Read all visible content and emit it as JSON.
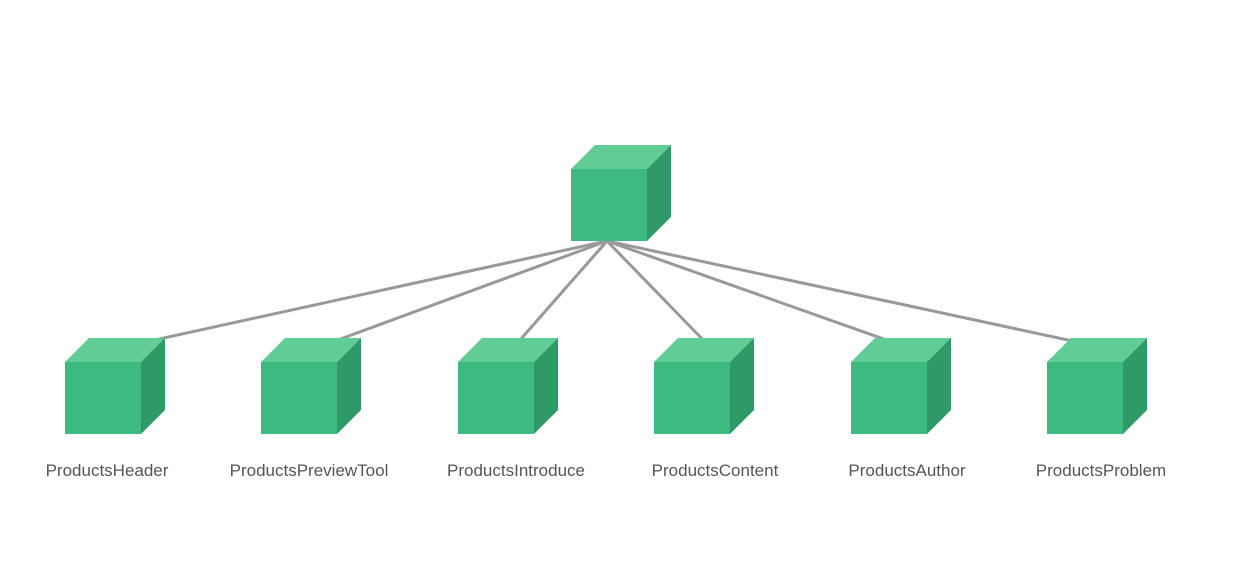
{
  "diagram": {
    "type": "tree",
    "colors": {
      "cube_front": "#3dba82",
      "cube_top": "#62cc97",
      "cube_side": "#2e9a68",
      "connector": "#999999",
      "label": "#555555"
    },
    "root": {
      "id": "root",
      "label": ""
    },
    "children": [
      {
        "id": "products-header",
        "label": "ProductsHeader"
      },
      {
        "id": "products-preview-tool",
        "label": "ProductsPreviewTool"
      },
      {
        "id": "products-introduce",
        "label": "ProductsIntroduce"
      },
      {
        "id": "products-content",
        "label": "ProductsContent"
      },
      {
        "id": "products-author",
        "label": "ProductsAuthor"
      },
      {
        "id": "products-problem",
        "label": "ProductsProblem"
      }
    ]
  }
}
